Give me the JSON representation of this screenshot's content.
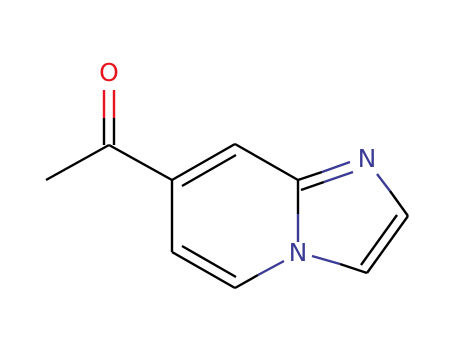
{
  "molecule": {
    "atoms": {
      "oxygen": {
        "symbol": "O",
        "color": "#e8141e"
      },
      "nitrogen_imine": {
        "symbol": "N",
        "color": "#3c3c96"
      },
      "nitrogen_bridge": {
        "symbol": "N",
        "color": "#3c3c96"
      }
    },
    "colors": {
      "bond": "#000000",
      "oxygen": "#e8141e",
      "nitrogen": "#3c3c96"
    }
  }
}
